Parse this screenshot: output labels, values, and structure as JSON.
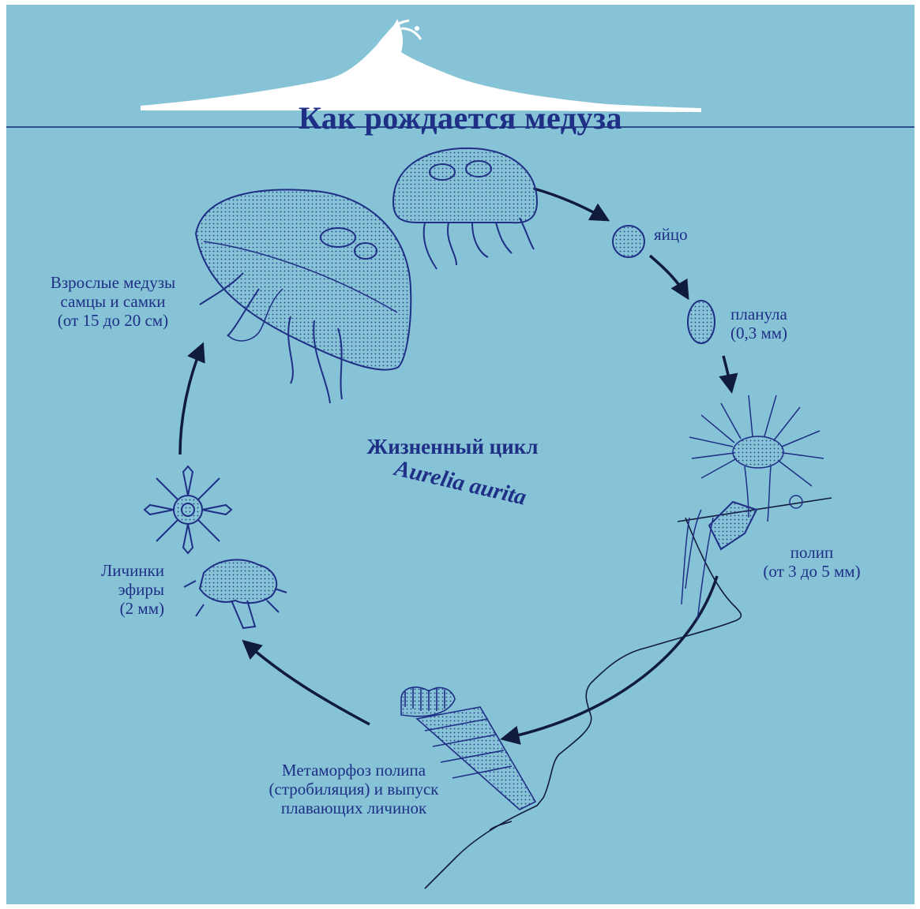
{
  "title": "Как рождается медуза",
  "center": {
    "heading": "Жизненный цикл",
    "species": "Aurelia aurita"
  },
  "stages": {
    "egg": "яйцо",
    "planula": {
      "line1": "планула",
      "line2": "(0,3 мм)"
    },
    "polyp": {
      "line1": "полип",
      "line2": "(от 3 до 5 мм)"
    },
    "strobilation": {
      "line1": "Метаморфоз полипа",
      "line2": "(стробиляция) и выпуск",
      "line3": "плавающих личинок"
    },
    "ephyra": {
      "line1": "Личинки",
      "line2": "эфиры",
      "line3": "(2 мм)"
    },
    "adult": {
      "line1": "Взрослые медузы",
      "line2": "самцы и самки",
      "line3": "(от 15 до 20 см)"
    }
  },
  "colors": {
    "background": "#86c3d6",
    "ink": "#1f2f86",
    "wave": "#ffffff"
  }
}
